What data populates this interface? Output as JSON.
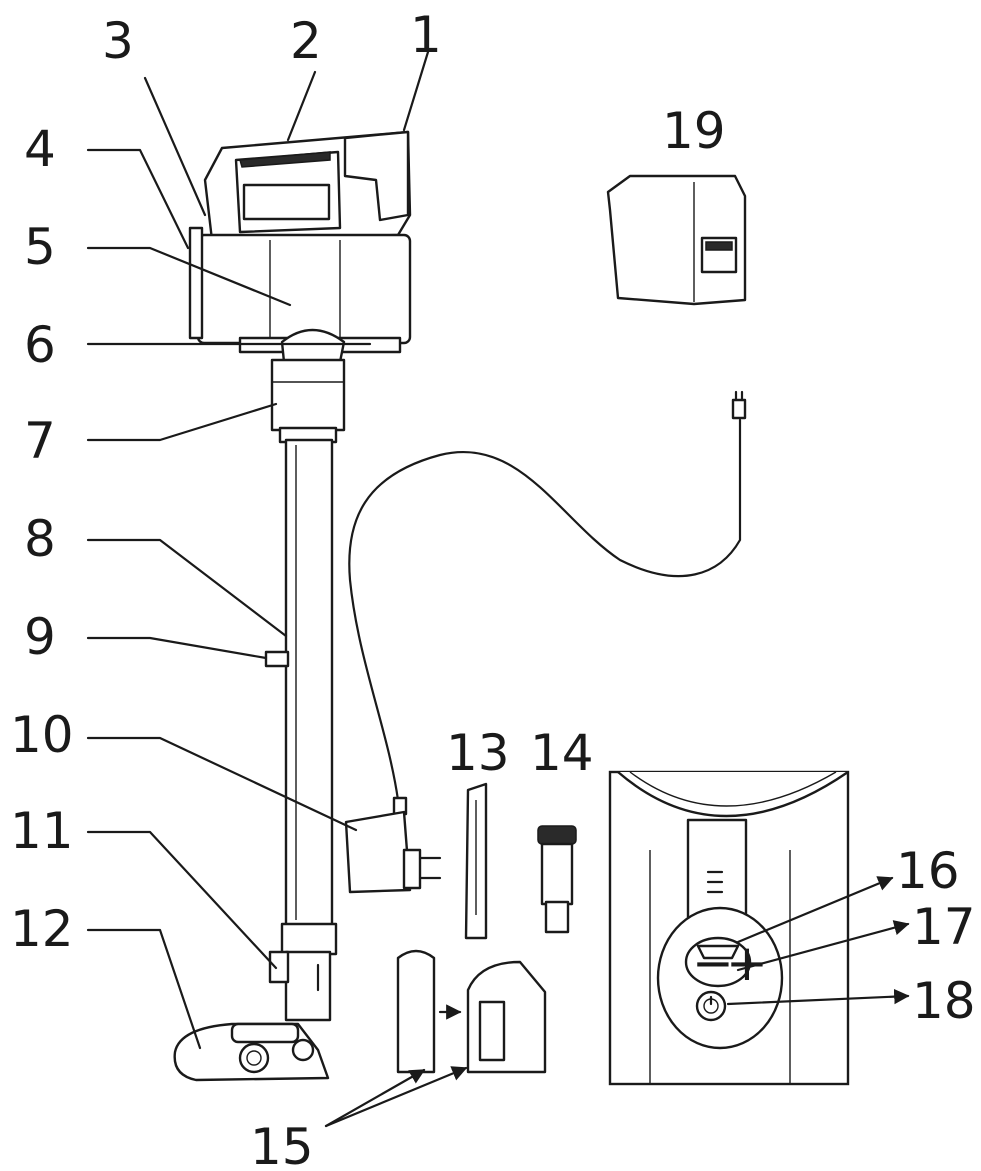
{
  "callouts": [
    "1",
    "2",
    "3",
    "4",
    "5",
    "6",
    "7",
    "8",
    "9",
    "10",
    "11",
    "12",
    "13",
    "14",
    "15",
    "16",
    "17",
    "18",
    "19"
  ],
  "panel": {
    "minus": "−",
    "plus": "+"
  }
}
